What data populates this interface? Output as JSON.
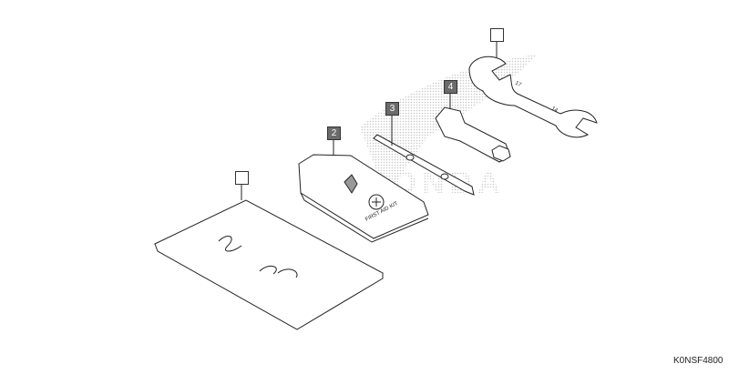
{
  "diagram": {
    "drawing_code": "K0NSF4800",
    "watermark": "HONDA",
    "callouts": [
      {
        "label": "",
        "part": "owners-manual-envelope"
      },
      {
        "label": "2",
        "part": "first-aid-kit-bag"
      },
      {
        "label": "3",
        "part": "screwdriver"
      },
      {
        "label": "4",
        "part": "socket-wrench"
      },
      {
        "label": "",
        "part": "open-end-wrench"
      }
    ],
    "bag_text": "FIRST AID KIT",
    "wrench_sizes": [
      "17",
      "14"
    ],
    "colors": {
      "callout_fill": "#6b6b6b",
      "line": "#222222",
      "watermark": "#cccccc"
    }
  }
}
